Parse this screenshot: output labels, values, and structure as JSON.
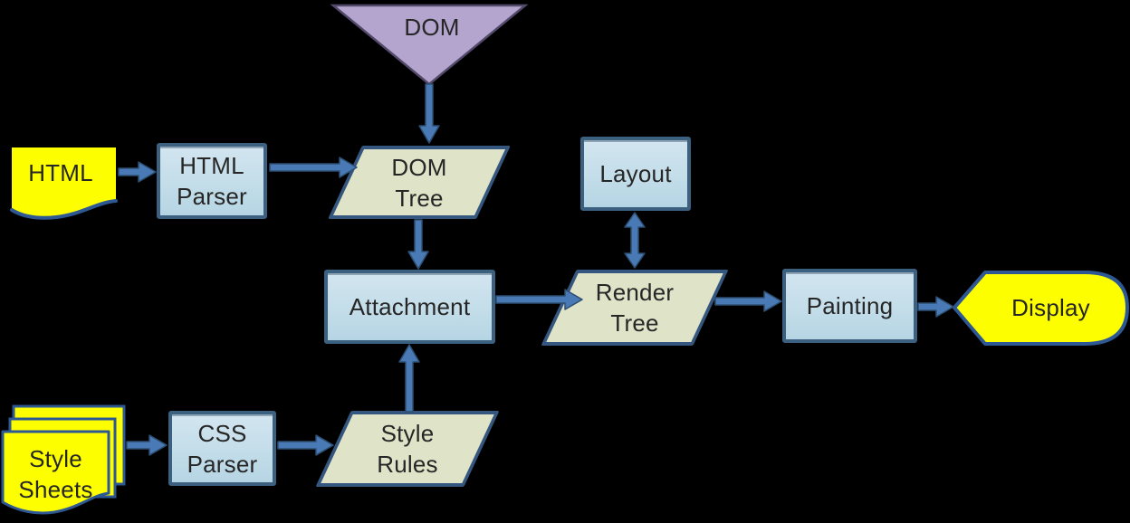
{
  "diagram": {
    "type": "flowchart",
    "background": "#000000",
    "nodes": {
      "dom": {
        "label": "DOM",
        "shape": "inverted-triangle",
        "fill": "#b3a5cd"
      },
      "html": {
        "label": "HTML",
        "shape": "document",
        "fill": "#fdff00"
      },
      "html_parser": {
        "label": "HTML\nParser",
        "shape": "process-box",
        "fill": "#c3dde9"
      },
      "dom_tree": {
        "label": "DOM\nTree",
        "shape": "parallelogram",
        "fill": "#dfe3c8"
      },
      "layout": {
        "label": "Layout",
        "shape": "process-box",
        "fill": "#c3dde9"
      },
      "attachment": {
        "label": "Attachment",
        "shape": "process-box",
        "fill": "#c3dde9"
      },
      "render_tree": {
        "label": "Render\nTree",
        "shape": "parallelogram",
        "fill": "#dfe3c8"
      },
      "painting": {
        "label": "Painting",
        "shape": "process-box",
        "fill": "#c3dde9"
      },
      "display": {
        "label": "Display",
        "shape": "display-pointed",
        "fill": "#fdff00"
      },
      "style_sheets": {
        "label": "Style\nSheets",
        "shape": "multi-document",
        "fill": "#fdff00"
      },
      "css_parser": {
        "label": "CSS\nParser",
        "shape": "process-box",
        "fill": "#c3dde9"
      },
      "style_rules": {
        "label": "Style\nRules",
        "shape": "parallelogram",
        "fill": "#dfe3c8"
      }
    },
    "edges": [
      {
        "from": "dom",
        "to": "dom_tree",
        "style": "arrow-down"
      },
      {
        "from": "html",
        "to": "html_parser",
        "style": "arrow-right"
      },
      {
        "from": "html_parser",
        "to": "dom_tree",
        "style": "arrow-right"
      },
      {
        "from": "dom_tree",
        "to": "attachment",
        "style": "arrow-down"
      },
      {
        "from": "layout",
        "to": "render_tree",
        "style": "arrow-bidirectional-vertical"
      },
      {
        "from": "attachment",
        "to": "render_tree",
        "style": "arrow-right"
      },
      {
        "from": "render_tree",
        "to": "painting",
        "style": "arrow-right"
      },
      {
        "from": "painting",
        "to": "display",
        "style": "arrow-right"
      },
      {
        "from": "style_sheets",
        "to": "css_parser",
        "style": "arrow-right"
      },
      {
        "from": "css_parser",
        "to": "style_rules",
        "style": "arrow-right"
      },
      {
        "from": "style_rules",
        "to": "attachment",
        "style": "arrow-up"
      }
    ],
    "colors": {
      "arrow_fill": "#4a7ab5",
      "arrow_outline": "#2c4f72",
      "process_box_fill": "#c3dde9",
      "process_box_border": "#3c6180",
      "parallelogram_fill": "#dfe3c8",
      "parallelogram_border": "#35567e",
      "triangle_fill": "#b3a5cd",
      "triangle_border": "#53496b",
      "yellow_fill": "#fdff00",
      "yellow_border": "#2e5893",
      "text": "#262626"
    }
  }
}
